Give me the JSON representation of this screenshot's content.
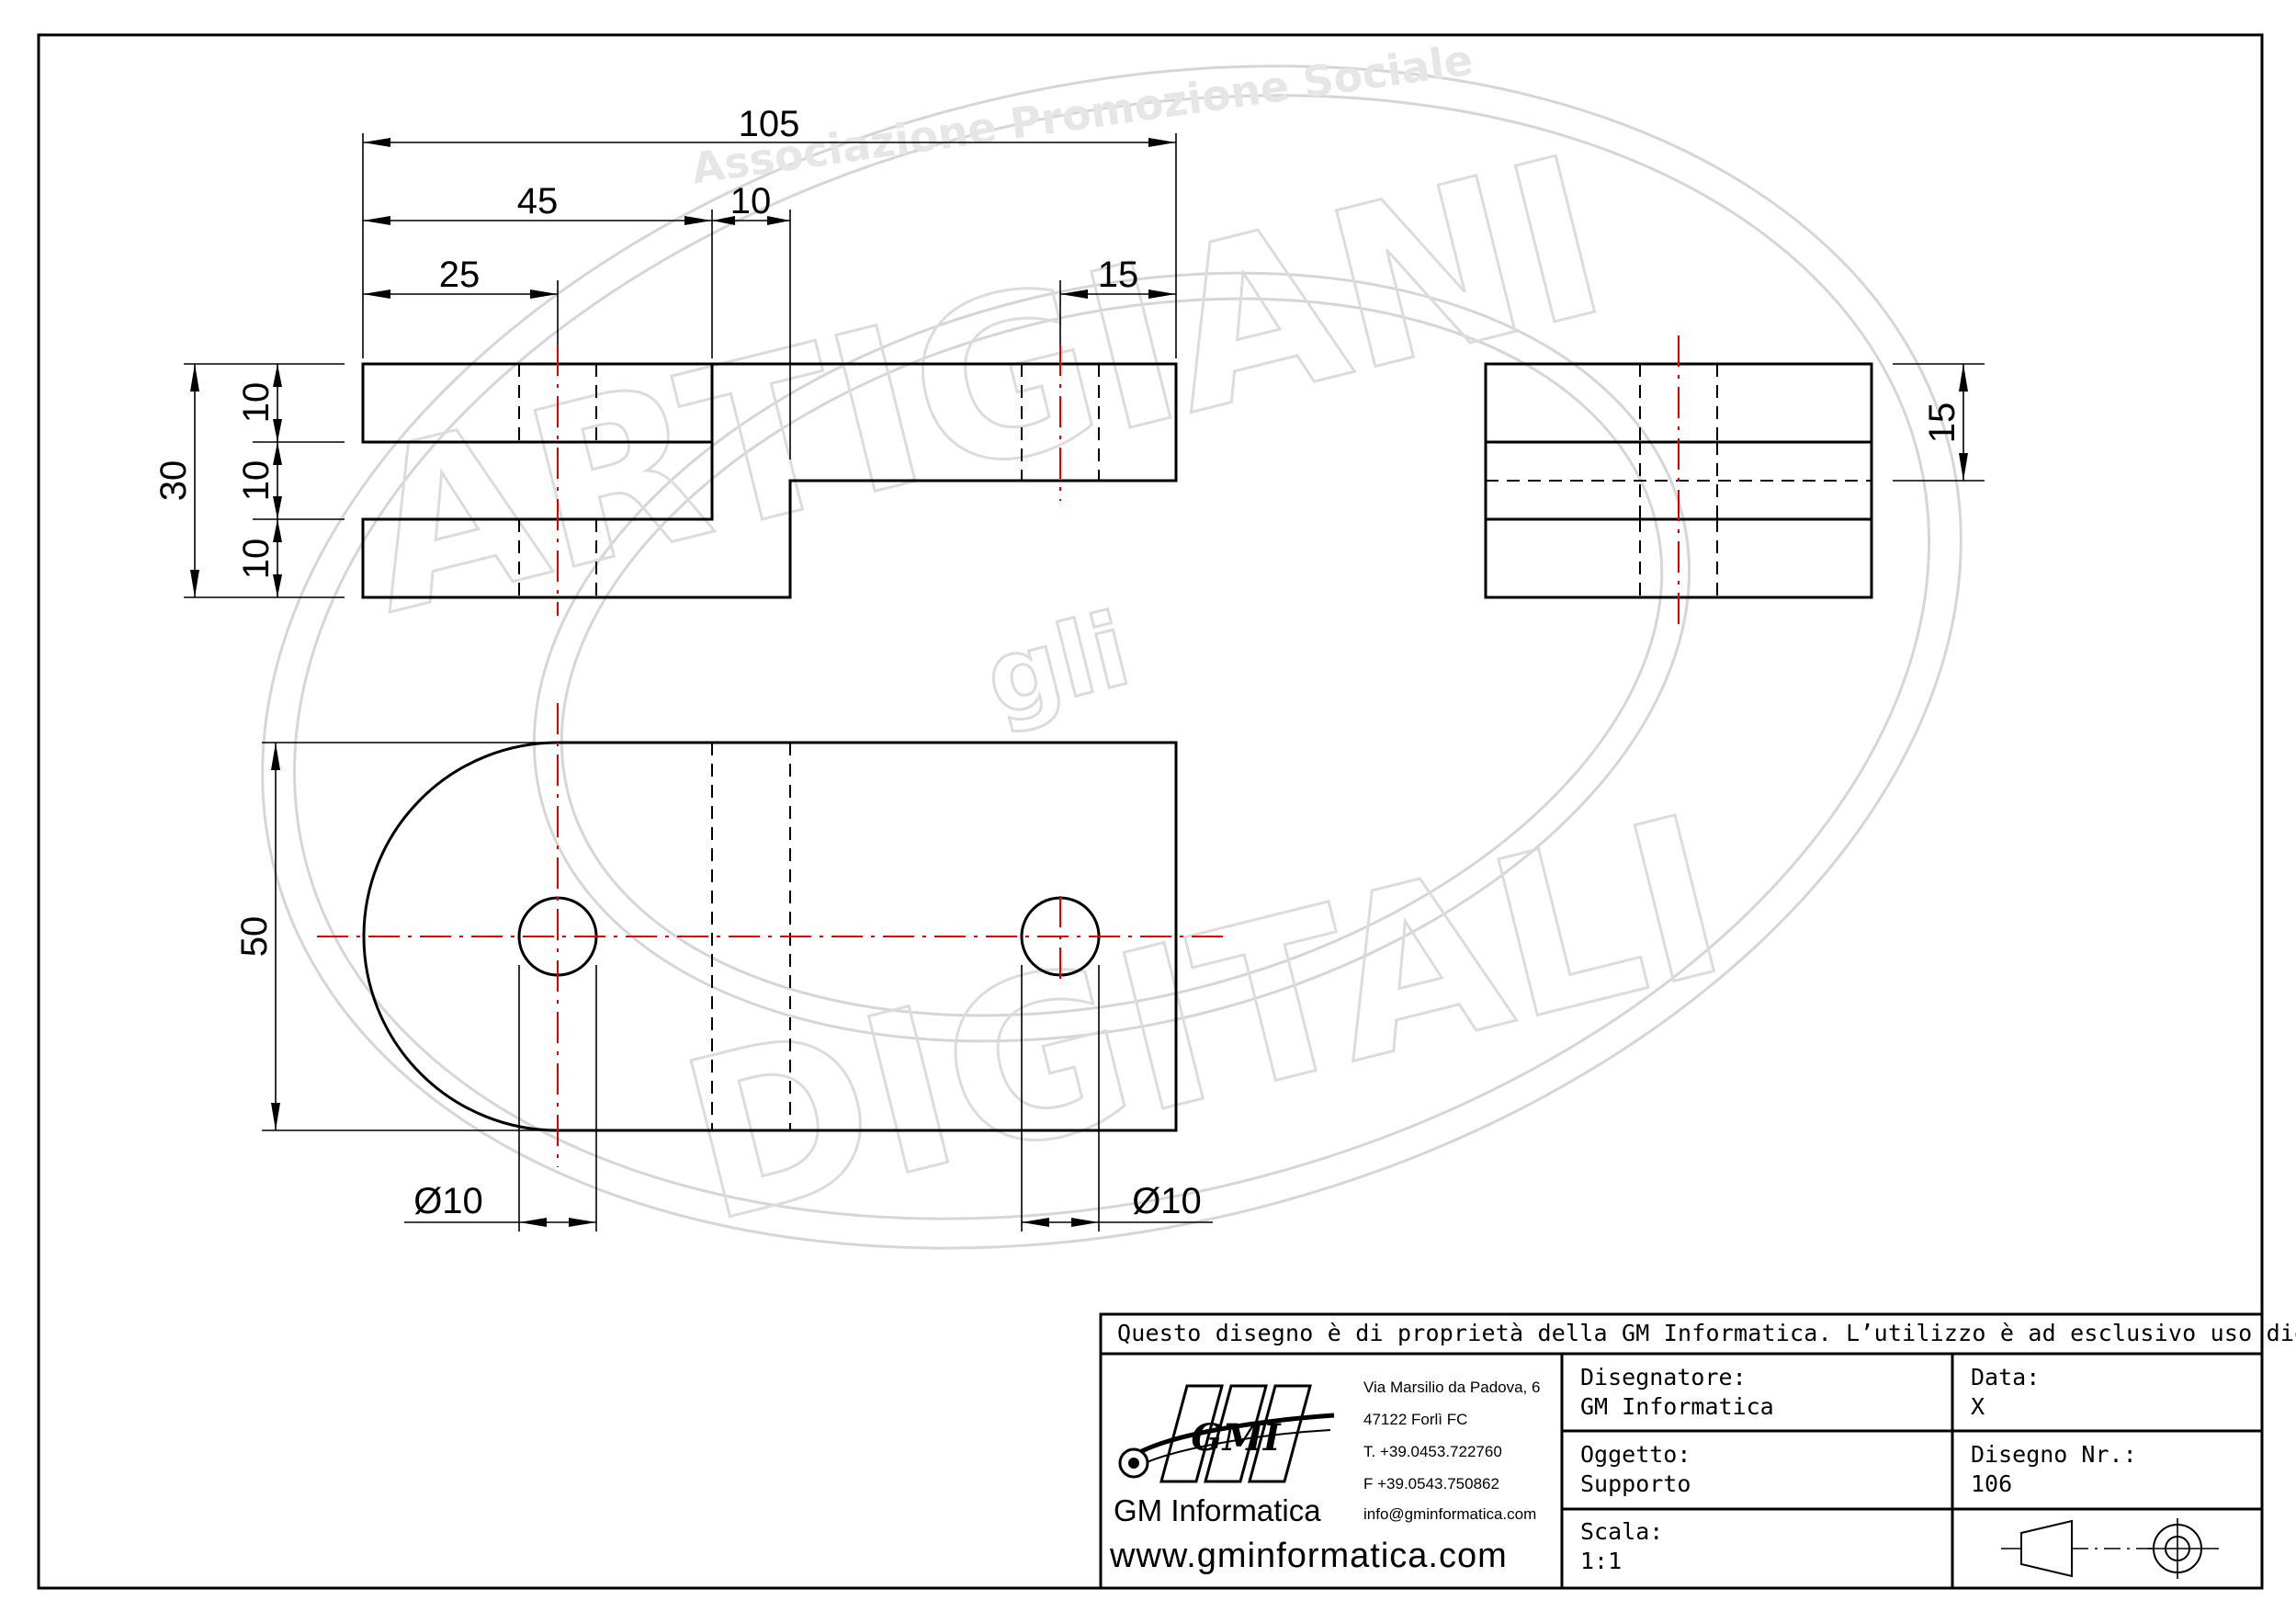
{
  "watermark": {
    "association": "Associazione Promozione Sociale",
    "word_top": "ARTIGIANI",
    "word_middle": "gli",
    "word_bottom": "DIGITALI"
  },
  "dimensions": {
    "overall_length": "105",
    "slot_end": "45",
    "step_width": "10",
    "hole1_position": "25",
    "hole2_position": "15",
    "total_height": "30",
    "layer1": "10",
    "layer2": "10",
    "layer3": "10",
    "side_height": "15",
    "plan_width": "50",
    "hole1_diameter": "Ø10",
    "hole2_diameter": "Ø10"
  },
  "title_block": {
    "notice": "Questo disegno è di proprietà della GM Informatica. L’utilizzo è ad esclusivo uso didattico.",
    "logo_text": "GMI",
    "company_name": "GM Informatica",
    "website": "www.gminformatica.com",
    "address_line1": "Via Marsilio da Padova, 6",
    "address_line2": "47122  Forlì  FC",
    "phone": "T. +39.0453.722760",
    "fax": "F +39.0543.750862",
    "email": "info@gminformatica.com",
    "designer_label": "Disegnatore:",
    "designer_value": "GM  Informatica",
    "date_label": "Data:",
    "date_value": "X",
    "object_label": "Oggetto:",
    "object_value": "Supporto",
    "drawing_no_label": "Disegno  Nr.:",
    "drawing_no_value": "106",
    "scale_label": "Scala:",
    "scale_value": "1:1",
    "projection_symbol": "first-angle-projection-symbol"
  },
  "colors": {
    "line": "#000000",
    "centerline": "#e00000",
    "watermark": "#d6d6d6"
  }
}
